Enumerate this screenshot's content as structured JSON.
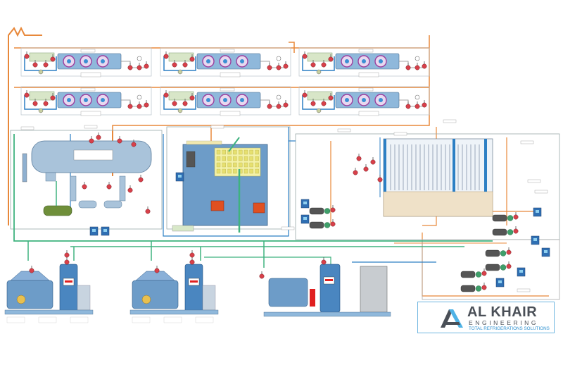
{
  "logo": {
    "name": "AL KHAIR",
    "subtitle": "ENGINEERING",
    "tagline": "TOTAL REFRIGERATIONS SOLUTIONS"
  },
  "colors": {
    "hot_gas_line": "#e8883a",
    "liquid_line": "#2c7fc4",
    "suction_line": "#3fb27f",
    "equipment_blue": "#8fb8db",
    "valve_red": "#d8404a",
    "logo_accent": "#2a8fd0",
    "logo_dark": "#4a4f57"
  },
  "diagram": {
    "evaporator_count": 6,
    "compressor_count": 3
  }
}
